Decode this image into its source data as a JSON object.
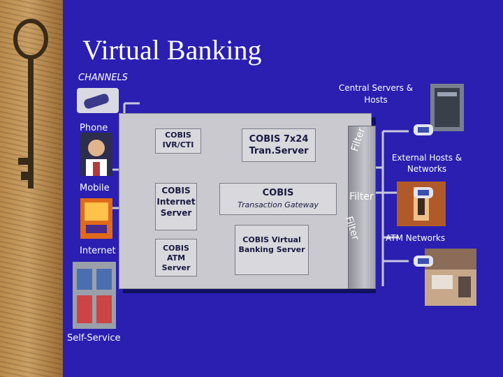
{
  "title": "Virtual Banking",
  "channels_heading": "CHANNELS",
  "central_servers": "Central Servers & Hosts",
  "channels": {
    "phone": "Phone",
    "mobile": "Mobile",
    "internet": "Internet",
    "self_service": "Self-Service"
  },
  "modules": {
    "ivr": "COBIS IVR/CTI",
    "internet_server": "COBIS Internet Server",
    "atm_server": "COBIS ATM Server",
    "tran_server": "COBIS 7x24 Tran.Server",
    "gateway_title": "COBIS",
    "gateway_sub": "Transaction Gateway",
    "virtual_banking": "COBIS Virtual Banking Server"
  },
  "filters": [
    "Filter",
    "Filter",
    "Filter"
  ],
  "right": {
    "external_hosts": "External Hosts & Networks",
    "atm_networks": "ATM Networks"
  },
  "colors": {
    "background": "#2a1fb0",
    "panel": "#c9c9cf",
    "text": "#ffffff"
  }
}
